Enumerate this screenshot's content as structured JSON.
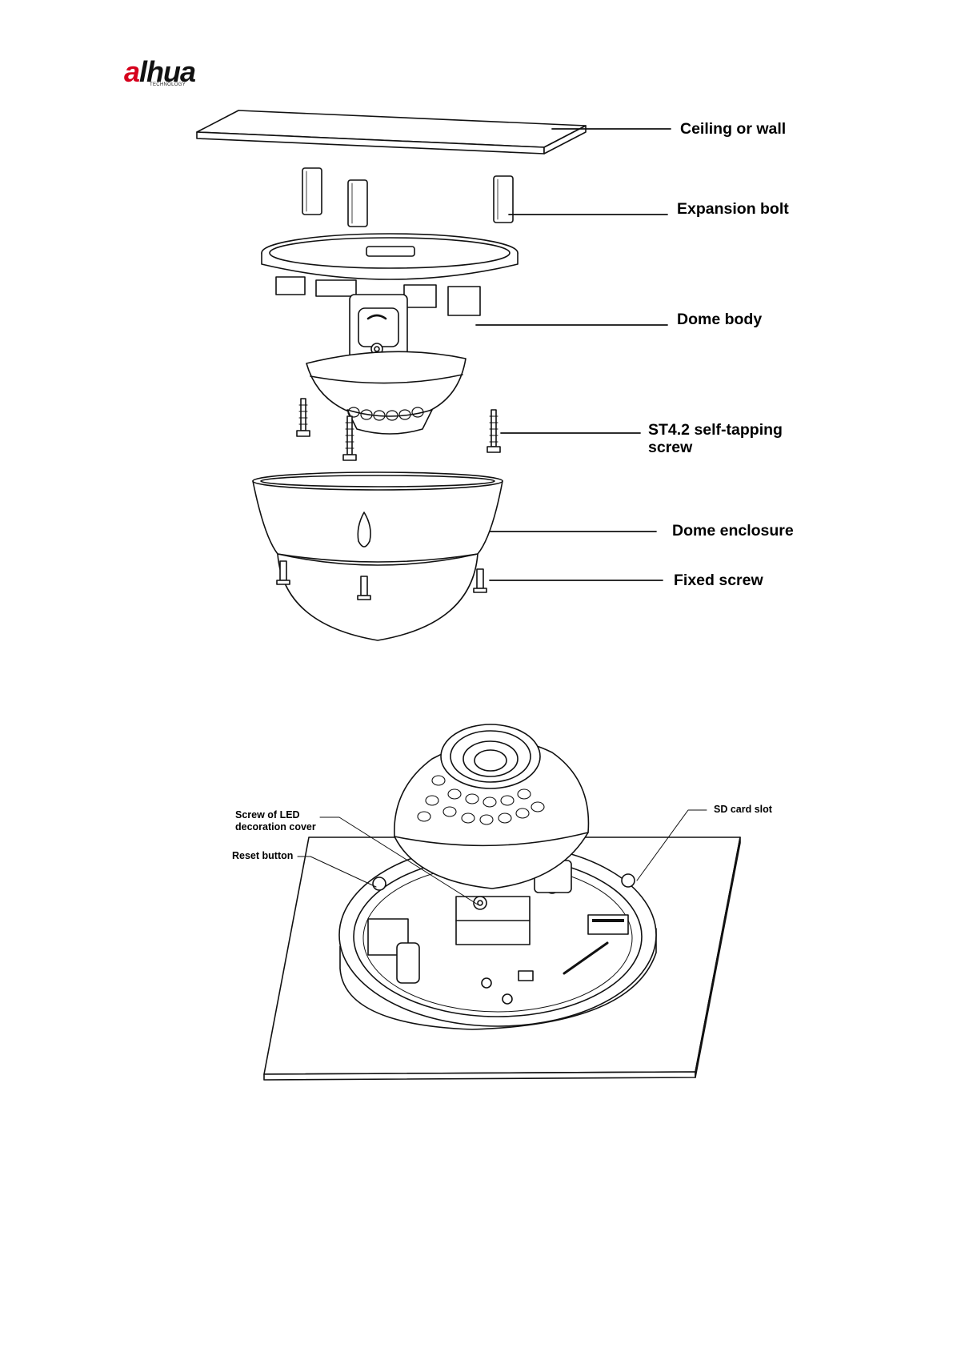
{
  "logo": {
    "text_a": "a",
    "text_rest": "lhua",
    "subtitle": "TECHNOLOGY",
    "brand_color": "#d6001c"
  },
  "diagram1": {
    "labels": {
      "ceiling": "Ceiling or wall",
      "bolt": "Expansion bolt",
      "dome_body": "Dome body",
      "screw_line1": "ST4.2 self-tapping",
      "screw_line2": "screw",
      "enclosure": "Dome enclosure",
      "fixed_screw": "Fixed screw"
    }
  },
  "diagram2": {
    "labels": {
      "led_line1": "Screw of LED",
      "led_line2": "decoration cover",
      "reset": "Reset button",
      "sd": "SD card slot"
    }
  }
}
